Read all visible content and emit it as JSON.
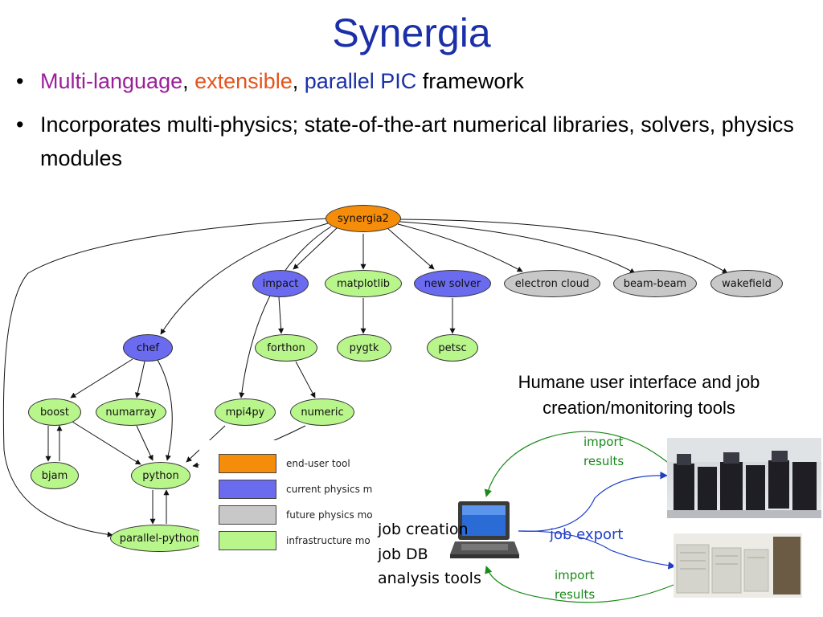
{
  "title": "Synergia",
  "bullets": {
    "b1": {
      "part1": "Multi-language",
      "sep1": ", ",
      "part2": "extensible",
      "sep2": ", ",
      "part3": "parallel PIC",
      "part4": " framework"
    },
    "b2": "Incorporates multi-physics; state-of-the-art numerical libraries, solvers, physics modules"
  },
  "graph": {
    "nodes": {
      "synergia2": "synergia2",
      "impact": "impact",
      "matplotlib": "matplotlib",
      "new_solver": "new solver",
      "electron_cloud": "electron cloud",
      "beam_beam": "beam-beam",
      "wakefield": "wakefield",
      "chef": "chef",
      "forthon": "forthon",
      "pygtk": "pygtk",
      "petsc": "petsc",
      "boost": "boost",
      "numarray": "numarray",
      "mpi4py": "mpi4py",
      "numeric": "numeric",
      "bjam": "bjam",
      "python": "python",
      "parallel_python": "parallel-python"
    },
    "legend": [
      {
        "label": "end-user tool",
        "color": "#f58c0a"
      },
      {
        "label": "current physics m",
        "color": "#6b6bf0"
      },
      {
        "label": "future physics mo",
        "color": "#c8c8c8"
      },
      {
        "label": "infrastructure mo",
        "color": "#b8f58a"
      }
    ]
  },
  "workflow": {
    "caption": "Humane user interface and job creation/monitoring tools",
    "job_creation": "job creation",
    "job_db": "job DB",
    "analysis_tools": "analysis tools",
    "job_export": "job export",
    "import_results_top_1": "import",
    "import_results_top_2": "results",
    "import_results_bottom_1": "import",
    "import_results_bottom_2": "results"
  },
  "colors": {
    "title": "#1a2fa8",
    "end_user": "#f58c0a",
    "current_physics": "#6b6bf0",
    "future_physics": "#c8c8c8",
    "infrastructure": "#b8f58a"
  }
}
